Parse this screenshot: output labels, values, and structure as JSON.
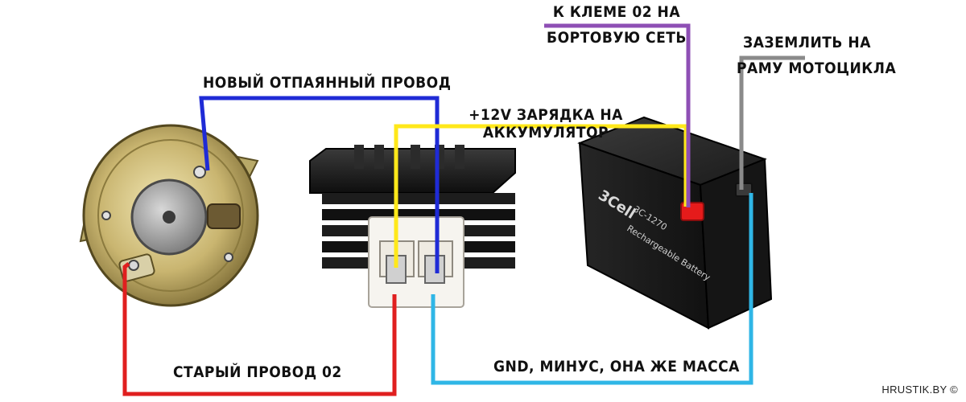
{
  "labels": {
    "new_wire": "НОВЫЙ ОТПАЯННЫЙ ПРОВОД",
    "old_wire": "СТАРЫЙ ПРОВОД 02",
    "charge_line1": "+12V ЗАРЯДКА НА",
    "charge_line2": "АККУМУЛЯТОР",
    "terminal_line1": "К КЛЕМЕ 02 НА",
    "terminal_line2": "БОРТОВУЮ СЕТЬ",
    "ground_line1": "ЗАЗЕМЛИТЬ НА",
    "ground_line2": "РАМУ МОТОЦИКЛА",
    "gnd": "GND, МИНУС, ОНА ЖЕ МАССА"
  },
  "battery": {
    "brand": "3Cell",
    "model": "3C-1270",
    "subtitle": "Rechargeable Battery"
  },
  "credit": "HRUSTIK.BY ©",
  "colors": {
    "blue_wire": "#1f2bd6",
    "red_wire": "#e01f1f",
    "yellow_wire": "#ffe81a",
    "purple_wire": "#8e4fb5",
    "gray_wire": "#8a8a8a",
    "cyan_wire": "#2fb6e6"
  }
}
